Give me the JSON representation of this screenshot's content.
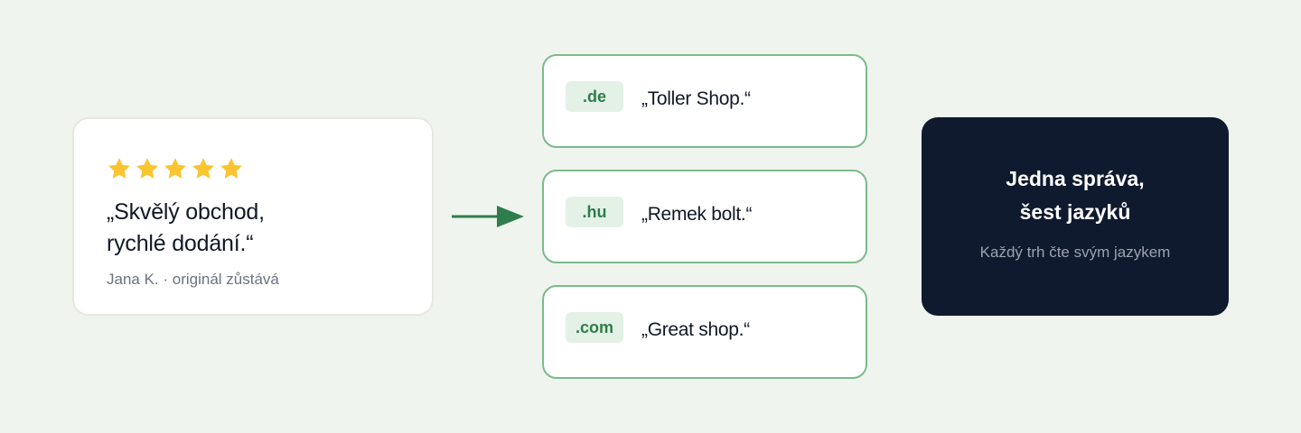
{
  "review": {
    "rating": 5,
    "rating_max": 5,
    "star_color": "#fbc531",
    "quote": "„Skvělý obchod,\nrychlé dodání.“",
    "meta": "Jana K. · originál zůstává"
  },
  "arrow": {
    "color": "#2f7d4a"
  },
  "markets": [
    {
      "domain": ".de",
      "text": "„Toller Shop.“"
    },
    {
      "domain": ".hu",
      "text": "„Remek bolt.“"
    },
    {
      "domain": ".com",
      "text": "„Great shop.“"
    }
  ],
  "summary": {
    "title": "Jedna správa,\nšest jazyků",
    "subtitle": "Každý trh čte svým jazykem"
  }
}
